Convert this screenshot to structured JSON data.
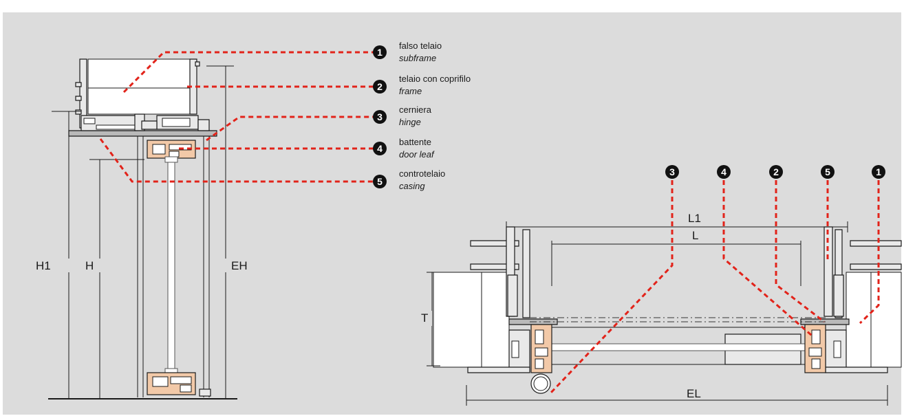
{
  "legend": [
    {
      "num": "1",
      "it": "falso telaio",
      "en": "subframe"
    },
    {
      "num": "2",
      "it": "telaio con coprifilo",
      "en": "frame"
    },
    {
      "num": "3",
      "it": "cerniera",
      "en": "hinge"
    },
    {
      "num": "4",
      "it": "battente",
      "en": "door leaf"
    },
    {
      "num": "5",
      "it": "controtelaio",
      "en": "casing"
    }
  ],
  "plan_badges": [
    "3",
    "4",
    "2",
    "5",
    "1"
  ],
  "dimensions": {
    "section": {
      "h1": "H1",
      "h": "H",
      "eh": "EH"
    },
    "plan": {
      "l1": "L1",
      "l": "L",
      "t": "T",
      "el": "EL"
    }
  },
  "colors": {
    "background": "#dcdcdc",
    "callout": "#e2231a",
    "leaf": "#f2c9a8",
    "badge": "#111111"
  }
}
